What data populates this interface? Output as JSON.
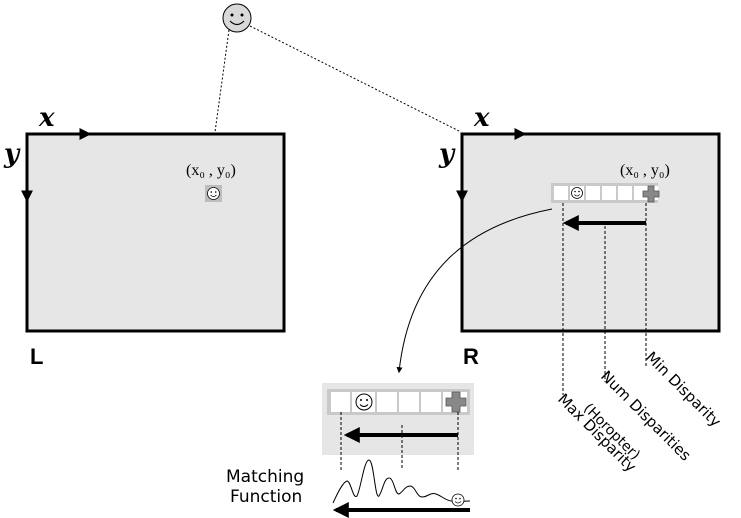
{
  "left_image": {
    "label": "L",
    "x_axis_label": "x",
    "y_axis_label": "y",
    "point_label": "(x₀ , y₀)"
  },
  "right_image": {
    "label": "R",
    "x_axis_label": "x",
    "y_axis_label": "y",
    "point_label": "(x₀ , y₀)"
  },
  "disparity_labels": {
    "min": "Min Disparity",
    "num": "Num Disparities",
    "num_sub": "(Horopter)",
    "max": "Max Disparity"
  },
  "matching": {
    "line1": "Matching",
    "line2": "Function"
  },
  "icons": {
    "observer": "smiley-face-icon",
    "target": "plus-marker-icon"
  },
  "colors": {
    "image_fill": "#e6e6e6",
    "frame_stroke": "#000000",
    "cell_stroke": "#aaaaaa"
  }
}
